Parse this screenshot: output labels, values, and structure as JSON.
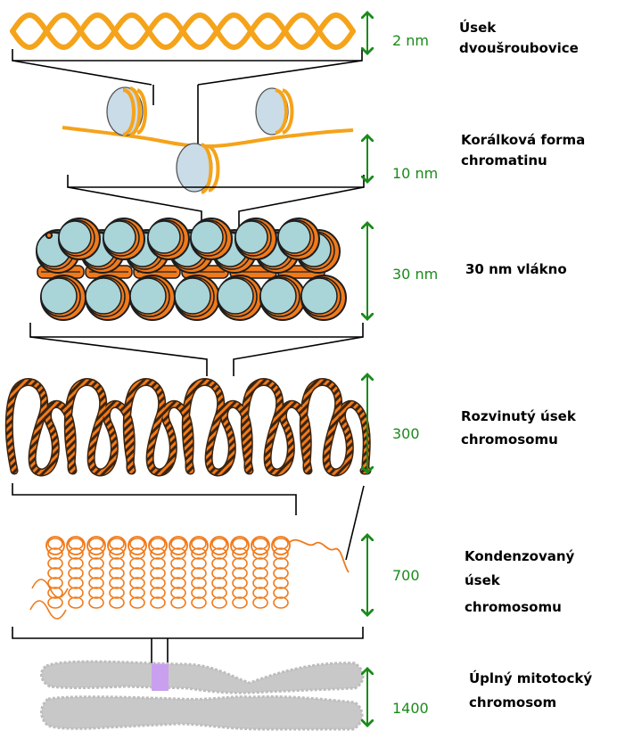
{
  "levels": [
    {
      "label_lines": [
        "Úsek",
        "dvoušroubovice"
      ],
      "size": "2 nm"
    },
    {
      "label_lines": [
        "Korálková forma",
        "chromatinu"
      ],
      "size": "10 nm"
    },
    {
      "label_lines": [
        "30 nm vlákno"
      ],
      "size": "30 nm"
    },
    {
      "label_lines": [
        "Rozvinutý úsek",
        "chromosomu"
      ],
      "size": "300"
    },
    {
      "label_lines": [
        "Kondenzovaný",
        "úsek",
        "chromosomu"
      ],
      "size": "700"
    },
    {
      "label_lines": [
        "Úplný mitotocký",
        "chromosom"
      ],
      "size": "1400"
    }
  ],
  "colors": {
    "dna": "#f5a31a",
    "fiber": "#f07a1a",
    "dark_stripe": "#3a2410",
    "nucleosome": "#c9dce8",
    "nucleosome_30nm": "#a9d4d8",
    "chromosome": "#c8c8c8",
    "highlight": "#c9a0f0",
    "arrow": "#1a8a1a"
  }
}
